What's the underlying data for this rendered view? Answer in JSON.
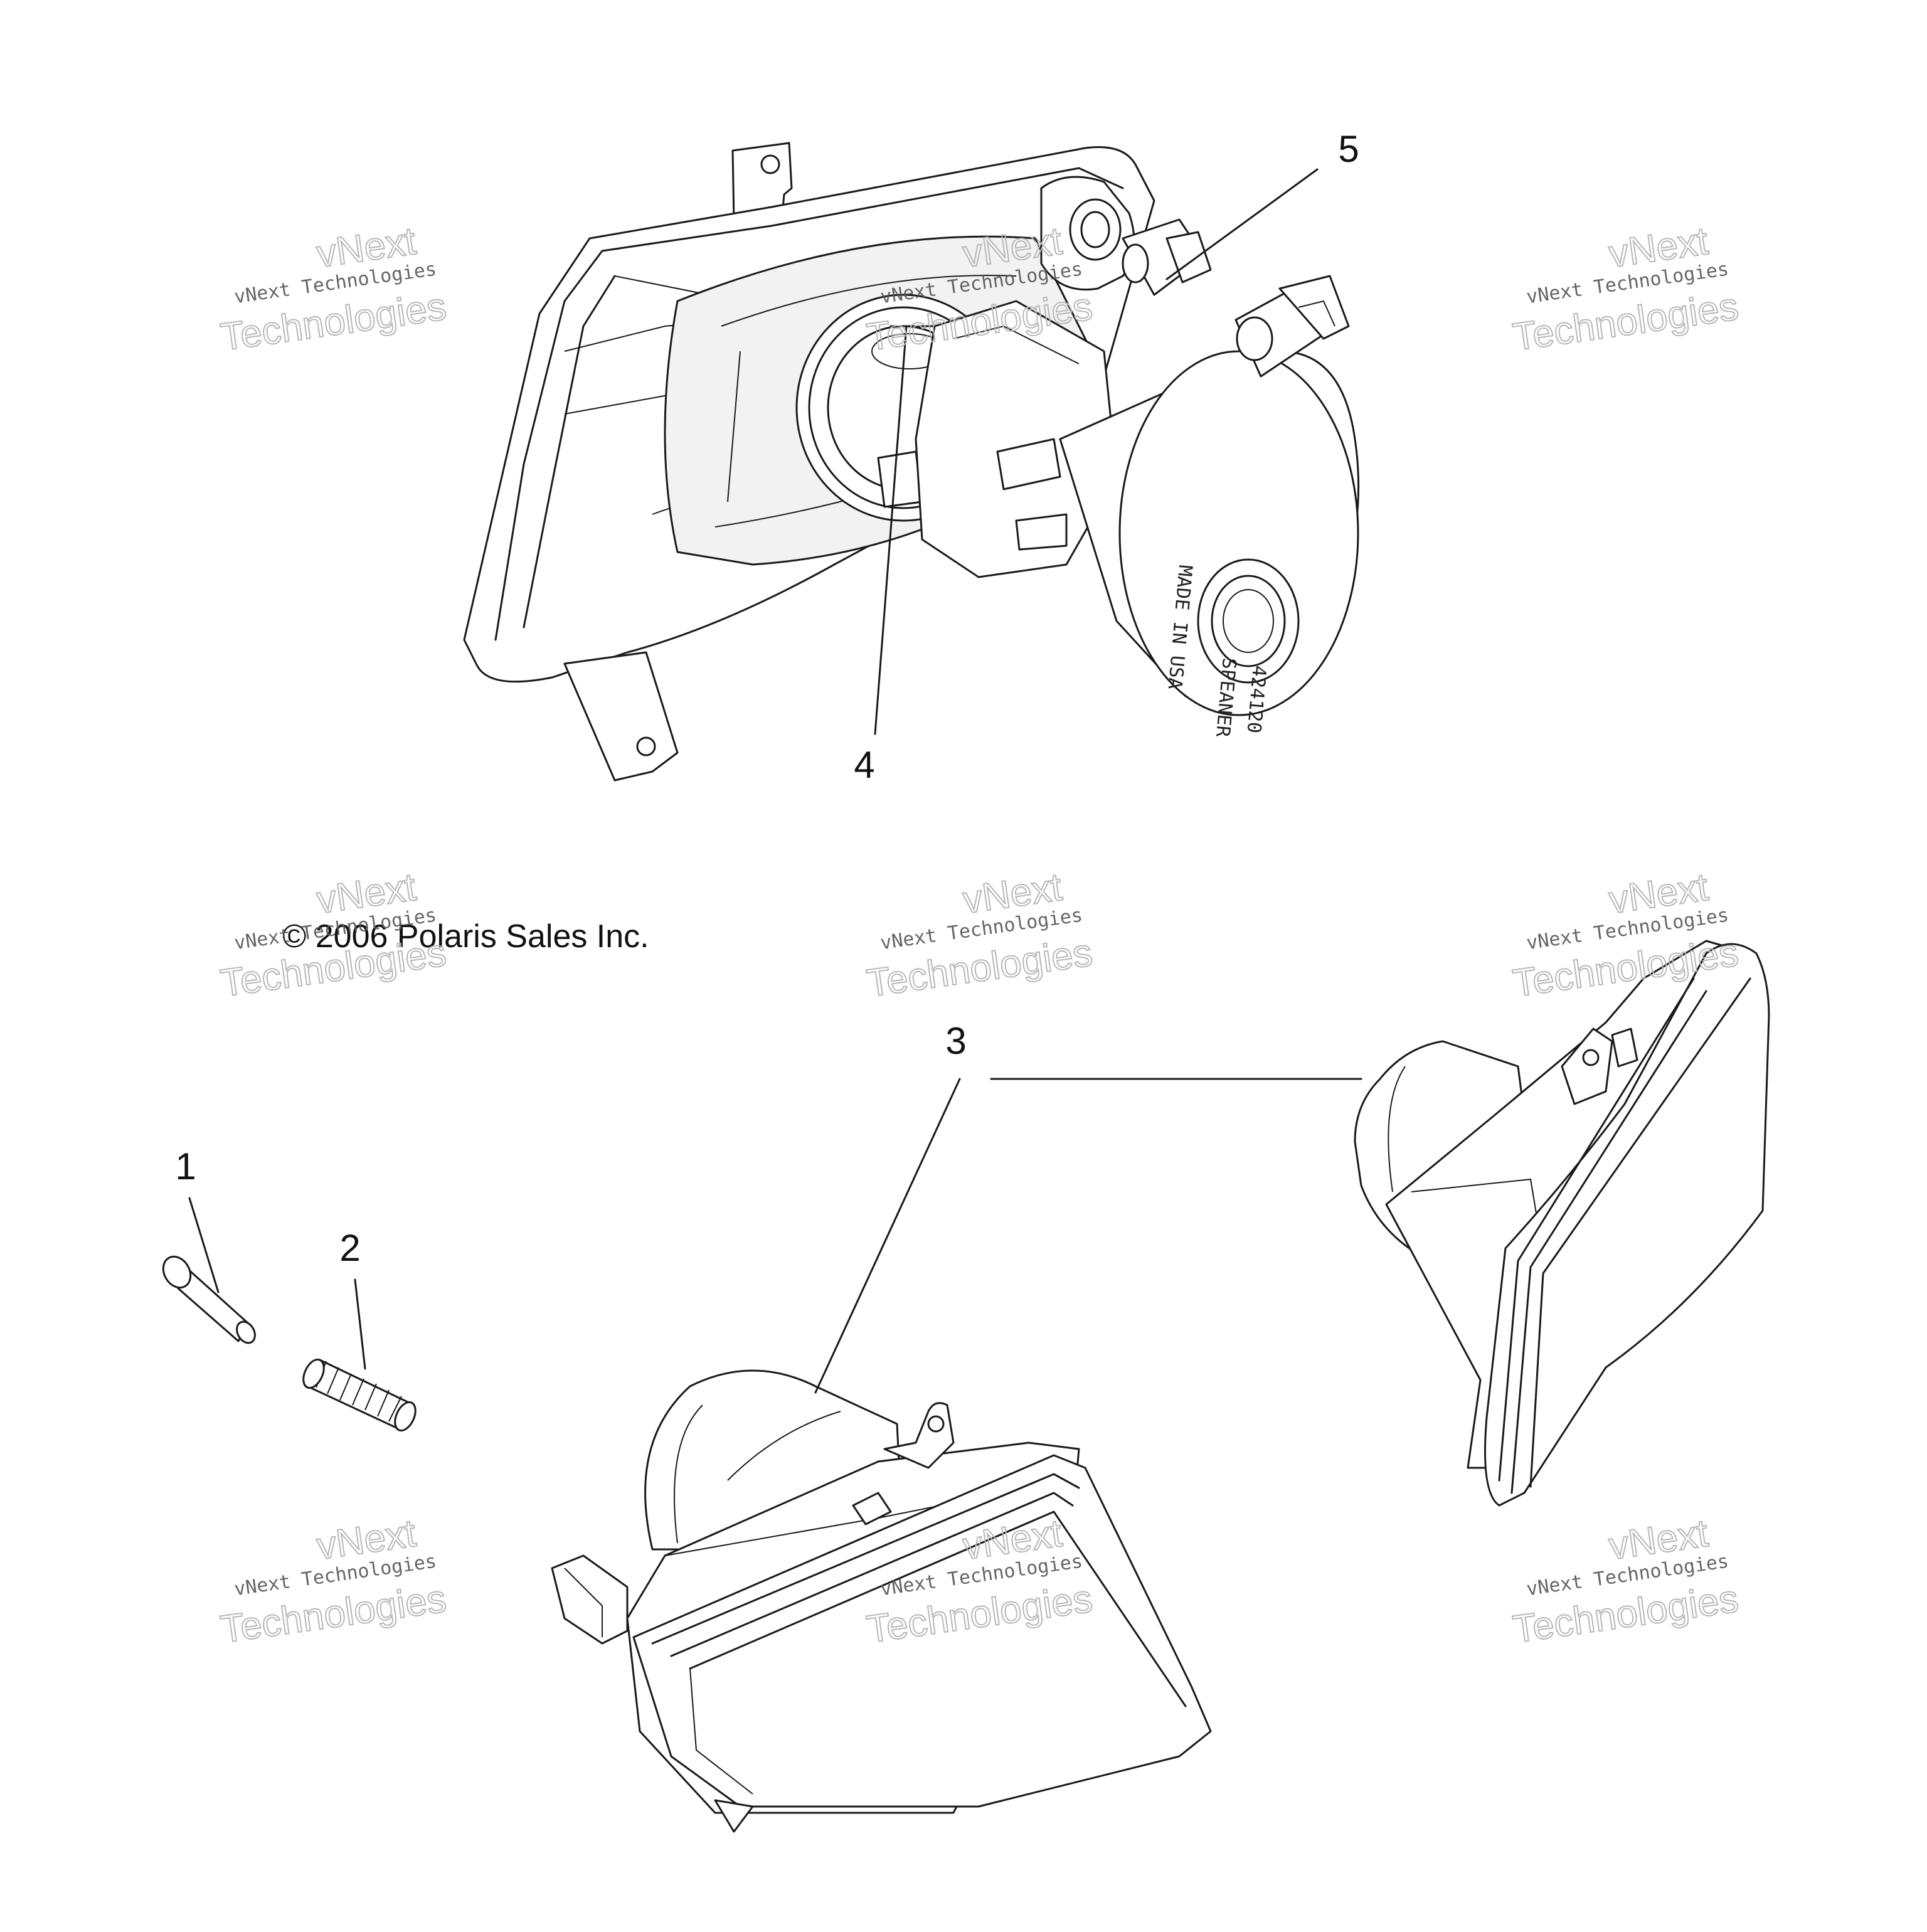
{
  "callouts": {
    "c1": "1",
    "c2": "2",
    "c3": "3",
    "c4": "4",
    "c5": "5"
  },
  "copyright": "© 2006 Polaris Sales Inc.",
  "bulb_stamp": {
    "made": "MADE IN USA",
    "maker": "SPEANER",
    "number": "424120"
  },
  "watermark": {
    "line_small": "vNext Technologies",
    "word_top": "vNext",
    "word_bottom": "Technologies"
  }
}
